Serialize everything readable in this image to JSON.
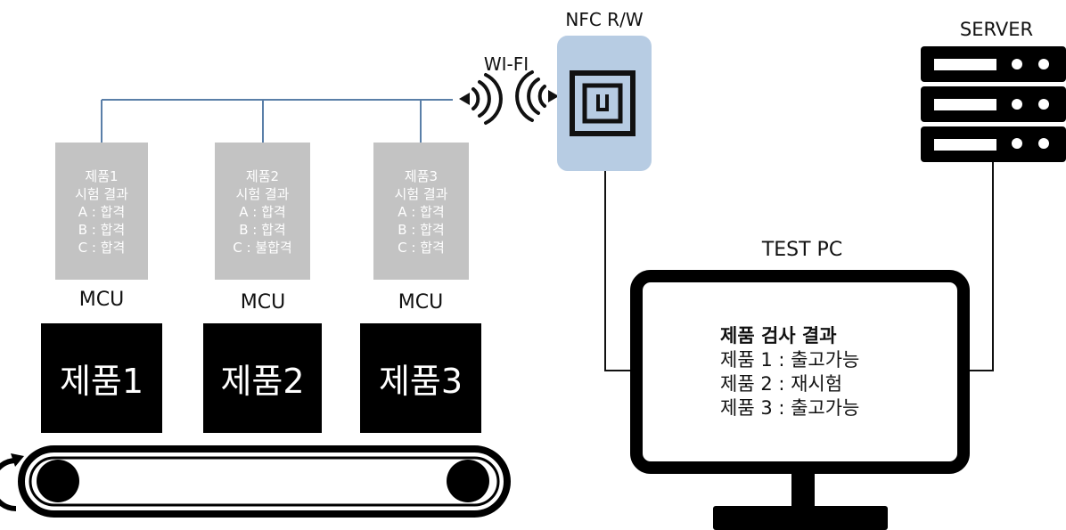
{
  "labels": {
    "nfc": "NFC R/W",
    "wifi": "WI-FI",
    "server": "SERVER",
    "test_pc": "TEST PC",
    "mcu": "MCU"
  },
  "results": [
    {
      "product": "제품1",
      "title": "시험 결과",
      "a": "A : 합격",
      "b": "B : 합격",
      "c": "C : 합격"
    },
    {
      "product": "제품2",
      "title": "시험 결과",
      "a": "A : 합격",
      "b": "B : 합격",
      "c": "C : 불합격"
    },
    {
      "product": "제품3",
      "title": "시험 결과",
      "a": "A : 합격",
      "b": "B : 합격",
      "c": "C : 합격"
    }
  ],
  "products": [
    "제품1",
    "제품2",
    "제품3"
  ],
  "screen": {
    "title": "제품 검사 결과",
    "lines": [
      "제품 1 : 출고가능",
      "제품 2 : 재시험",
      "제품 3 : 출고가능"
    ]
  },
  "colors": {
    "nfc_fill": "#b7cce3",
    "result_fill": "#c3c3c3",
    "line": "#5a7fa8"
  },
  "icons": [
    "nfc-tag-icon",
    "wifi-signal-icon",
    "server-rack-icon",
    "monitor-icon",
    "conveyor-belt-icon"
  ]
}
